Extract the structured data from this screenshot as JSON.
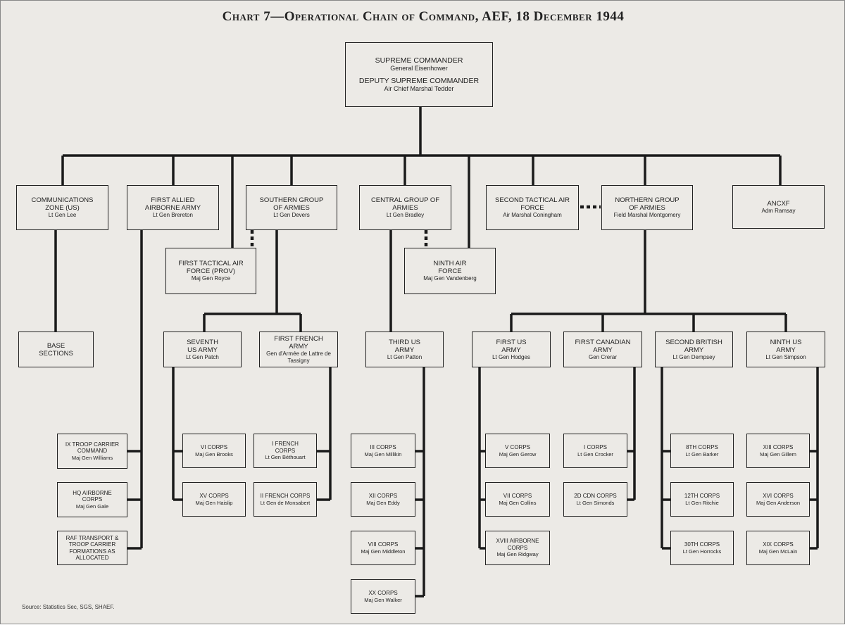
{
  "title": "Chart 7—Operational Chain of Command, AEF, 18 December 1944",
  "source": "Source: Statistics Sec, SGS, SHAEF.",
  "nodes": {
    "supreme": {
      "label": "Supreme Commander",
      "commander": "General Eisenhower",
      "label2": "Deputy Supreme Commander",
      "commander2": "Air Chief Marshal Tedder"
    },
    "comz": {
      "label": "Communications Zone (US)",
      "commander": "Lt Gen Lee"
    },
    "faaa": {
      "label": "First Allied Airborne Army",
      "commander": "Lt Gen Brereton"
    },
    "southern": {
      "label": "Southern Group of Armies",
      "commander": "Lt Gen Devers"
    },
    "central": {
      "label": "Central Group of Armies",
      "commander": "Lt Gen Bradley"
    },
    "second_taf": {
      "label": "Second Tactical Air Force",
      "commander": "Air Marshal Coningham"
    },
    "northern": {
      "label": "Northern Group of Armies",
      "commander": "Field Marshal Montgomery"
    },
    "ancxf": {
      "label": "ANCXF",
      "commander": "Adm Ramsay"
    },
    "first_taf": {
      "label": "First Tactical Air Force (Prov)",
      "commander": "Maj Gen Royce"
    },
    "ninth_af": {
      "label": "Ninth Air Force",
      "commander": "Maj Gen Vandenberg"
    },
    "base": {
      "label": "Base Sections"
    },
    "seventh": {
      "label": "Seventh US Army",
      "commander": "Lt Gen Patch"
    },
    "french": {
      "label": "First French Army",
      "commander": "Gen d'Armée de Lattre de Tassigny"
    },
    "third": {
      "label": "Third US Army",
      "commander": "Lt Gen Patton"
    },
    "first_us": {
      "label": "First US Army",
      "commander": "Lt Gen Hodges"
    },
    "canadian": {
      "label": "First Canadian Army",
      "commander": "Gen Crerar"
    },
    "british": {
      "label": "Second British Army",
      "commander": "Lt Gen Dempsey"
    },
    "ninth_us": {
      "label": "Ninth US Army",
      "commander": "Lt Gen Simpson"
    },
    "ix_tcc": {
      "label": "IX Troop Carrier Command",
      "commander": "Maj Gen Williams"
    },
    "hq_ab": {
      "label": "HQ Airborne Corps",
      "commander": "Maj Gen Gale"
    },
    "raf": {
      "label": "RAF Transport & Troop Carrier Formations as Allocated"
    },
    "vi": {
      "label": "VI Corps",
      "commander": "Maj Gen Brooks"
    },
    "xv": {
      "label": "XV Corps",
      "commander": "Maj Gen Haislip"
    },
    "i_fr": {
      "label": "I French Corps",
      "commander": "Lt Gen Béthouart"
    },
    "ii_fr": {
      "label": "II French Corps",
      "commander": "Lt Gen de Monsabert"
    },
    "iii": {
      "label": "III Corps",
      "commander": "Maj Gen Millikin"
    },
    "xii": {
      "label": "XII Corps",
      "commander": "Maj Gen Eddy"
    },
    "viii": {
      "label": "VIII Corps",
      "commander": "Maj Gen Middleton"
    },
    "xx": {
      "label": "XX Corps",
      "commander": "Maj Gen Walker"
    },
    "v": {
      "label": "V Corps",
      "commander": "Maj Gen Gerow"
    },
    "vii": {
      "label": "VII Corps",
      "commander": "Maj Gen Collins"
    },
    "xviii": {
      "label": "XVIII Airborne Corps",
      "commander": "Maj Gen Ridgway"
    },
    "i_cdn": {
      "label": "I Corps",
      "commander": "Lt Gen Crocker"
    },
    "ii_cdn": {
      "label": "2D CDN Corps",
      "commander": "Lt Gen Simonds"
    },
    "viii_br": {
      "label": "8th Corps",
      "commander": "Lt Gen Barker"
    },
    "xii_br": {
      "label": "12th Corps",
      "commander": "Lt Gen Ritchie"
    },
    "xxx_br": {
      "label": "30th Corps",
      "commander": "Lt Gen Horrocks"
    },
    "xiii": {
      "label": "XIII Corps",
      "commander": "Maj Gen Gillem"
    },
    "xvi": {
      "label": "XVI Corps",
      "commander": "Maj Gen Anderson"
    },
    "xix": {
      "label": "XIX Corps",
      "commander": "Maj Gen McLain"
    }
  }
}
